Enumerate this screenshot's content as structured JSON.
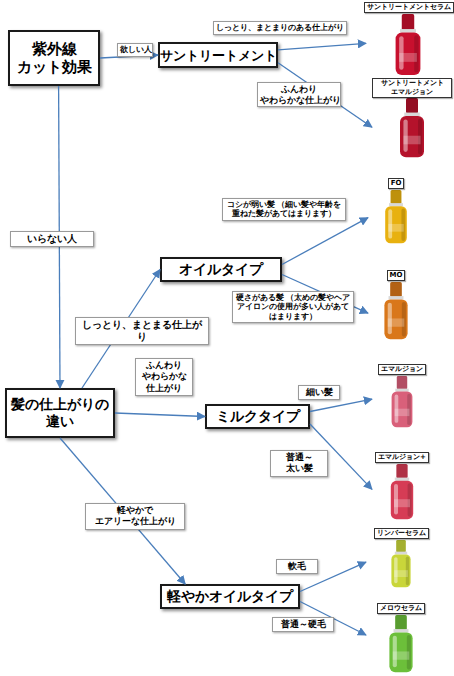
{
  "diagram": {
    "nodes": [
      {
        "text": [
          "紫外線 カット効果"
        ]
      },
      {
        "text": [
          "サントリートメント"
        ]
      },
      {
        "text": [
          "サントリートメントセラム"
        ]
      },
      {
        "text": [
          "サントリートメント エマルジョン"
        ]
      },
      {
        "text": [
          "オイルタイプ"
        ]
      },
      {
        "text": [
          "FO"
        ]
      },
      {
        "text": [
          "MO"
        ]
      },
      {
        "text": [
          "髪の仕上がりの 違い"
        ]
      },
      {
        "text": [
          "ミルクタイプ"
        ]
      },
      {
        "text": [
          "エマルジョン"
        ]
      },
      {
        "text": [
          "エマルジョン+"
        ]
      },
      {
        "text": [
          "軽やかオイルタイプ"
        ]
      },
      {
        "text": [
          "リンバーセラム"
        ]
      },
      {
        "text": [
          "メロウセラム"
        ]
      }
    ],
    "edges": [
      {
        "from": 0,
        "to": 1,
        "label": "欲しい人",
        "arrow": "to"
      },
      {
        "from": 1,
        "to": 2,
        "label": "しっとり、まとまりのある仕上がり",
        "arrow": "to"
      },
      {
        "from": 1,
        "to": 3,
        "label": "ふんわり やわらかな仕上がり",
        "arrow": "to"
      },
      {
        "from": 0,
        "to": 7,
        "label": "いらない人",
        "arrow": "to"
      },
      {
        "from": 7,
        "to": 4,
        "label": "しっとり、まとまる仕上がり",
        "arrow": "to"
      },
      {
        "from": 4,
        "to": 5,
        "label": "コシが弱い髪 （細い髪や年齢を重ねた髪があてはまります）",
        "arrow": "to"
      },
      {
        "from": 4,
        "to": 6,
        "label": "硬さがある髪 （太めの髪やヘアアイロンの使用が多い人があてはまります）",
        "arrow": "to"
      },
      {
        "from": 7,
        "to": 8,
        "label": "ふんわり やわらかな 仕上がり",
        "arrow": "to"
      },
      {
        "from": 8,
        "to": 9,
        "label": "細い髪",
        "arrow": "to"
      },
      {
        "from": 8,
        "to": 10,
        "label": "普通～太い髪",
        "arrow": "to"
      },
      {
        "from": 7,
        "to": 11,
        "label": "軽やかで エアリーな仕上がり",
        "arrow": "to"
      },
      {
        "from": 11,
        "to": 12,
        "label": "軟毛",
        "arrow": "to"
      },
      {
        "from": 11,
        "to": 13,
        "label": "普通～硬毛",
        "arrow": "to"
      }
    ]
  }
}
